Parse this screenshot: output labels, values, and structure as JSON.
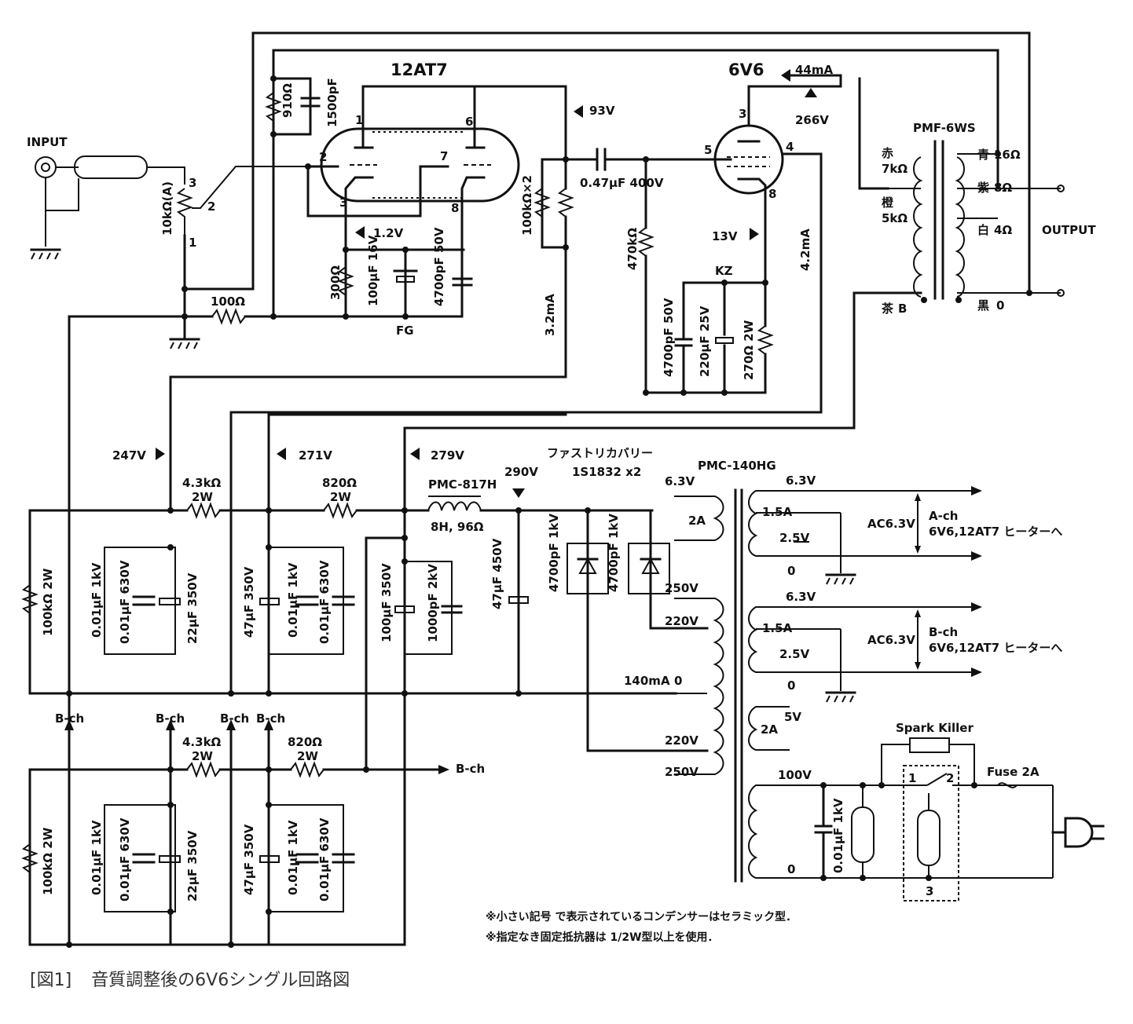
{
  "figure": {
    "number": "[図1]",
    "caption": "音質調整後の6V6シングル回路図"
  },
  "tubes": {
    "driver": "12AT7",
    "output": "6V6"
  },
  "pins": {
    "p1": "1",
    "p2": "2",
    "p3": "3",
    "p6": "6",
    "p7": "7",
    "p8": "8",
    "p5": "5",
    "p4": "4",
    "p3b": "3",
    "p8b": "8"
  },
  "input": {
    "label": "INPUT",
    "pot": "10kΩ(A)",
    "pot_pin3": "3",
    "pot_pin2": "2",
    "pot_pin1": "1",
    "r_grid": "100Ω"
  },
  "driver_stage": {
    "r_fb": "910Ω",
    "c_fb": "1500pF",
    "r_k": "300Ω",
    "c_k": "100μF 16V",
    "c_k2": "4700pF 50V",
    "v_k": "1.2V",
    "fg": "FG",
    "v_p": "93V",
    "r_p": "100kΩ×2",
    "i_p": "3.2mA",
    "c_coupling": "0.47μF 400V"
  },
  "output_stage": {
    "r_g": "470kΩ",
    "v_k": "13V",
    "kz": "KZ",
    "c_k1": "4700pF 50V",
    "c_k2": "220μF 25V",
    "r_k": "270Ω 2W",
    "i_g2": "4.2mA",
    "i_p": "44mA",
    "v_p": "266V"
  },
  "output_transformer": {
    "model": "PMF-6WS",
    "primary": [
      {
        "color": "赤",
        "imp": "7kΩ"
      },
      {
        "color": "橙",
        "imp": "5kΩ"
      },
      {
        "color": "茶",
        "imp": "B"
      }
    ],
    "secondary": [
      {
        "color": "青",
        "imp": "16Ω"
      },
      {
        "color": "紫",
        "imp": "8Ω"
      },
      {
        "color": "白",
        "imp": "4Ω"
      },
      {
        "color": "黒",
        "imp": "0"
      }
    ],
    "output_label": "OUTPUT"
  },
  "power_supply": {
    "v247": "247V",
    "v271": "271V",
    "v279": "279V",
    "v290": "290V",
    "r1": "4.3kΩ",
    "r1w": "2W",
    "r2": "820Ω",
    "r2w": "2W",
    "choke": "PMC-817H",
    "choke_spec": "8H, 96Ω",
    "rb": "100kΩ 2W",
    "c1": "0.01μF 1kV",
    "c2": "0.01μF 630V",
    "c3": "22μF 350V",
    "c4": "47μF 350V",
    "c5": "0.01μF 1kV",
    "c6": "0.01μF 630V",
    "c7": "100μF 350V",
    "c8": "1000pF 2kV",
    "c9": "47μF 450V",
    "c_diode1": "4700pF 1kV",
    "c_diode2": "4700pF 1kV",
    "diode_title": "ファストリカバリー",
    "diode": "1S1832 x2"
  },
  "power_transformer": {
    "model": "PMC-140HG",
    "pri_l": [
      "6.3V",
      "2A",
      "250V",
      "220V",
      "140mA",
      "0",
      "220V",
      "250V"
    ],
    "sec_a": [
      "6.3V",
      "1.5A",
      "2.5V",
      "0"
    ],
    "sec_b": [
      "6.3V",
      "1.5A",
      "2.5V",
      "0"
    ],
    "sec_5v": [
      "5V",
      "2A"
    ],
    "mains": [
      "100V",
      "0"
    ],
    "heater_a": {
      "ac": "AC6.3V",
      "ch": "A-ch",
      "dest": "6V6,12AT7 ヒーターへ"
    },
    "heater_b": {
      "ac": "AC6.3V",
      "ch": "B-ch",
      "dest": "6V6,12AT7 ヒーターへ"
    }
  },
  "bch": {
    "label": "B-ch"
  },
  "ac_input": {
    "spark_killer": "Spark Killer",
    "fuse": "Fuse 2A",
    "sw1": "1",
    "sw2": "2",
    "sw3": "3",
    "c_line": "0.01μF 1kV"
  },
  "notes": [
    "※小さい記号  で表示されているコンデンサーはセラミック型．",
    "※指定なき固定抵抗器は 1/2W型以上を使用．"
  ]
}
